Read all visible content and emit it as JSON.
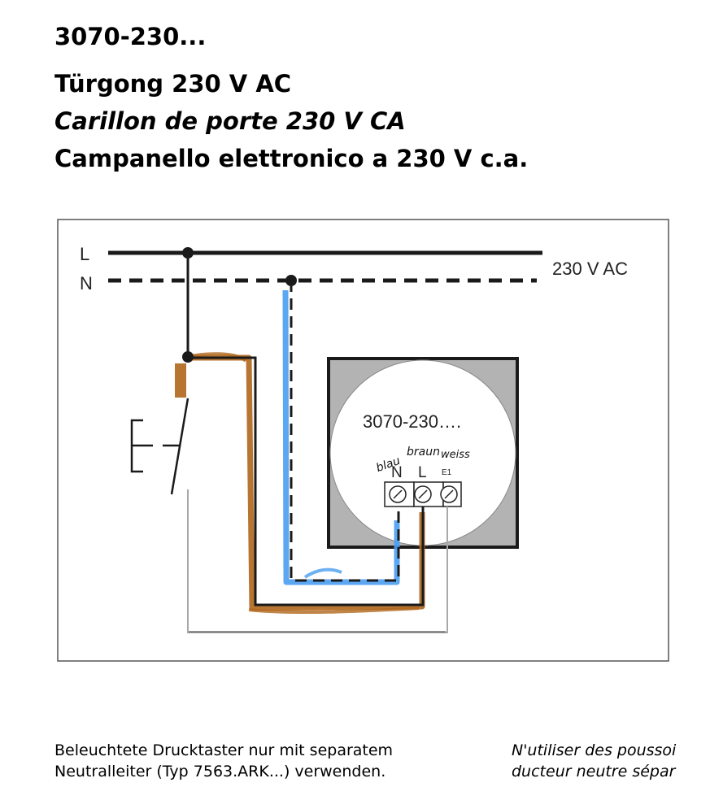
{
  "header": {
    "model": "3070-230...",
    "title_de": "Türgong 230 V AC",
    "title_fr": "Carillon de porte 230 V CA",
    "title_it": "Campanello elettronico a 230 V c.a."
  },
  "diagram": {
    "line_label_l": "L",
    "line_label_n": "N",
    "supply_label": "230 V AC",
    "device_label": "3070-230….",
    "terminals": [
      {
        "label": "N",
        "handwritten": "blau"
      },
      {
        "label": "L",
        "handwritten": "braun"
      },
      {
        "label": "E1",
        "handwritten": "weiss"
      }
    ],
    "wire_colors": {
      "blue": "#4a9df0",
      "brown": "#b0661c",
      "gray": "#a8a8a8",
      "black": "#1a1a1a",
      "device_frame": "#b3b3b3"
    }
  },
  "footer": {
    "note_de_line1": "Beleuchtete Drucktaster nur mit separatem",
    "note_de_line2": "Neutralleiter (Typ 7563.ARK...) verwenden.",
    "note_fr_line1": "N'utiliser des poussoi",
    "note_fr_line2": "ducteur neutre sépar"
  }
}
